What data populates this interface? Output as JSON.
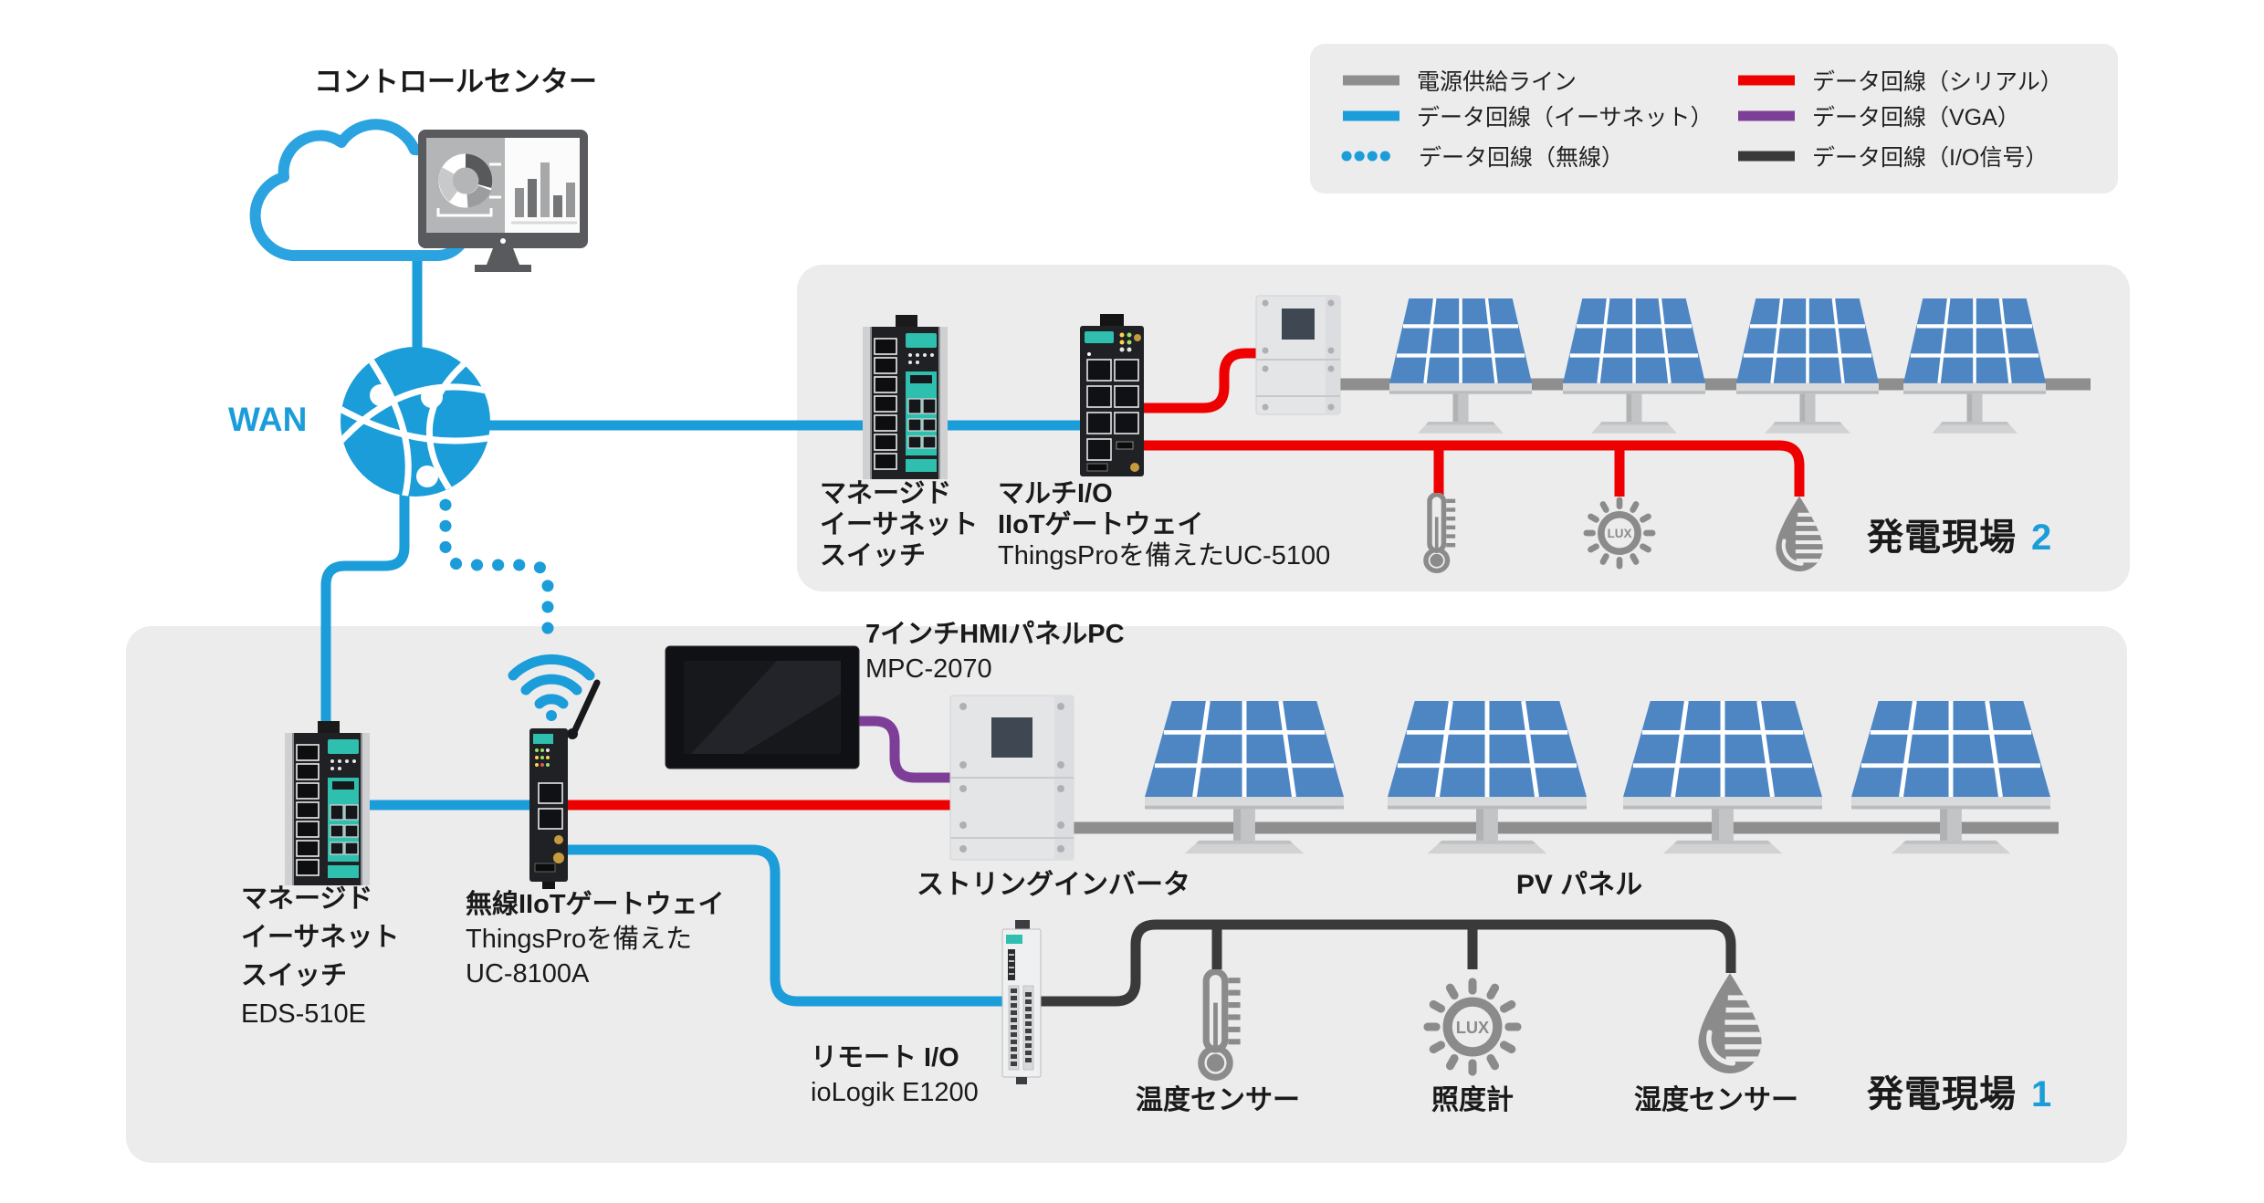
{
  "control_center": {
    "label": "コントロールセンター"
  },
  "wan": {
    "label": "WAN"
  },
  "lux_text": "LUX",
  "legend": {
    "items": [
      {
        "id": "power",
        "label": "電源供給ライン"
      },
      {
        "id": "ethernet",
        "label": "データ回線（イーサネット）"
      },
      {
        "id": "wireless",
        "label": "データ回線（無線）"
      },
      {
        "id": "serial",
        "label": "データ回線（シリアル）"
      },
      {
        "id": "vga",
        "label": "データ回線（VGA）"
      },
      {
        "id": "io",
        "label": "データ回線（I/O信号）"
      }
    ]
  },
  "site2": {
    "area_title": "発電現場",
    "area_number": "2",
    "switch_label": [
      "マネージド",
      "イーサネット",
      "スイッチ"
    ],
    "gateway_label": [
      "マルチI/O",
      "IIoTゲートウェイ"
    ],
    "gateway_model": "ThingsProを備えたUC-5100"
  },
  "site1": {
    "area_title": "発電現場",
    "area_number": "1",
    "switch_label": [
      "マネージド",
      "イーサネット",
      "スイッチ"
    ],
    "switch_model": "EDS-510E",
    "gateway_bold": "無線IIoTゲートウェイ",
    "gateway_lines": [
      "ThingsProを備えた",
      "UC-8100A"
    ],
    "hmi_bold": "7インチHMIパネルPC",
    "hmi_model": "MPC-2070",
    "inverter_label": "ストリングインバータ",
    "pv_label": "PV パネル",
    "remote_io_label": "リモート I/O",
    "remote_io_model": "ioLogik E1200",
    "sensors": [
      {
        "label": "温度センサー"
      },
      {
        "label": "照度計"
      },
      {
        "label": "湿度センサー"
      }
    ]
  },
  "colors": {
    "power": "#8e8e8e",
    "ethernet": "#1b9dd9",
    "wireless": "#1b9dd9",
    "serial": "#ee0000",
    "vga": "#7d3e98",
    "io": "#3a3a3a",
    "accent_blue": "#1b9dd9",
    "device_teal": "#2fbfae",
    "solar_blue": "#4e86c4",
    "panel_bg": "#ececec"
  }
}
